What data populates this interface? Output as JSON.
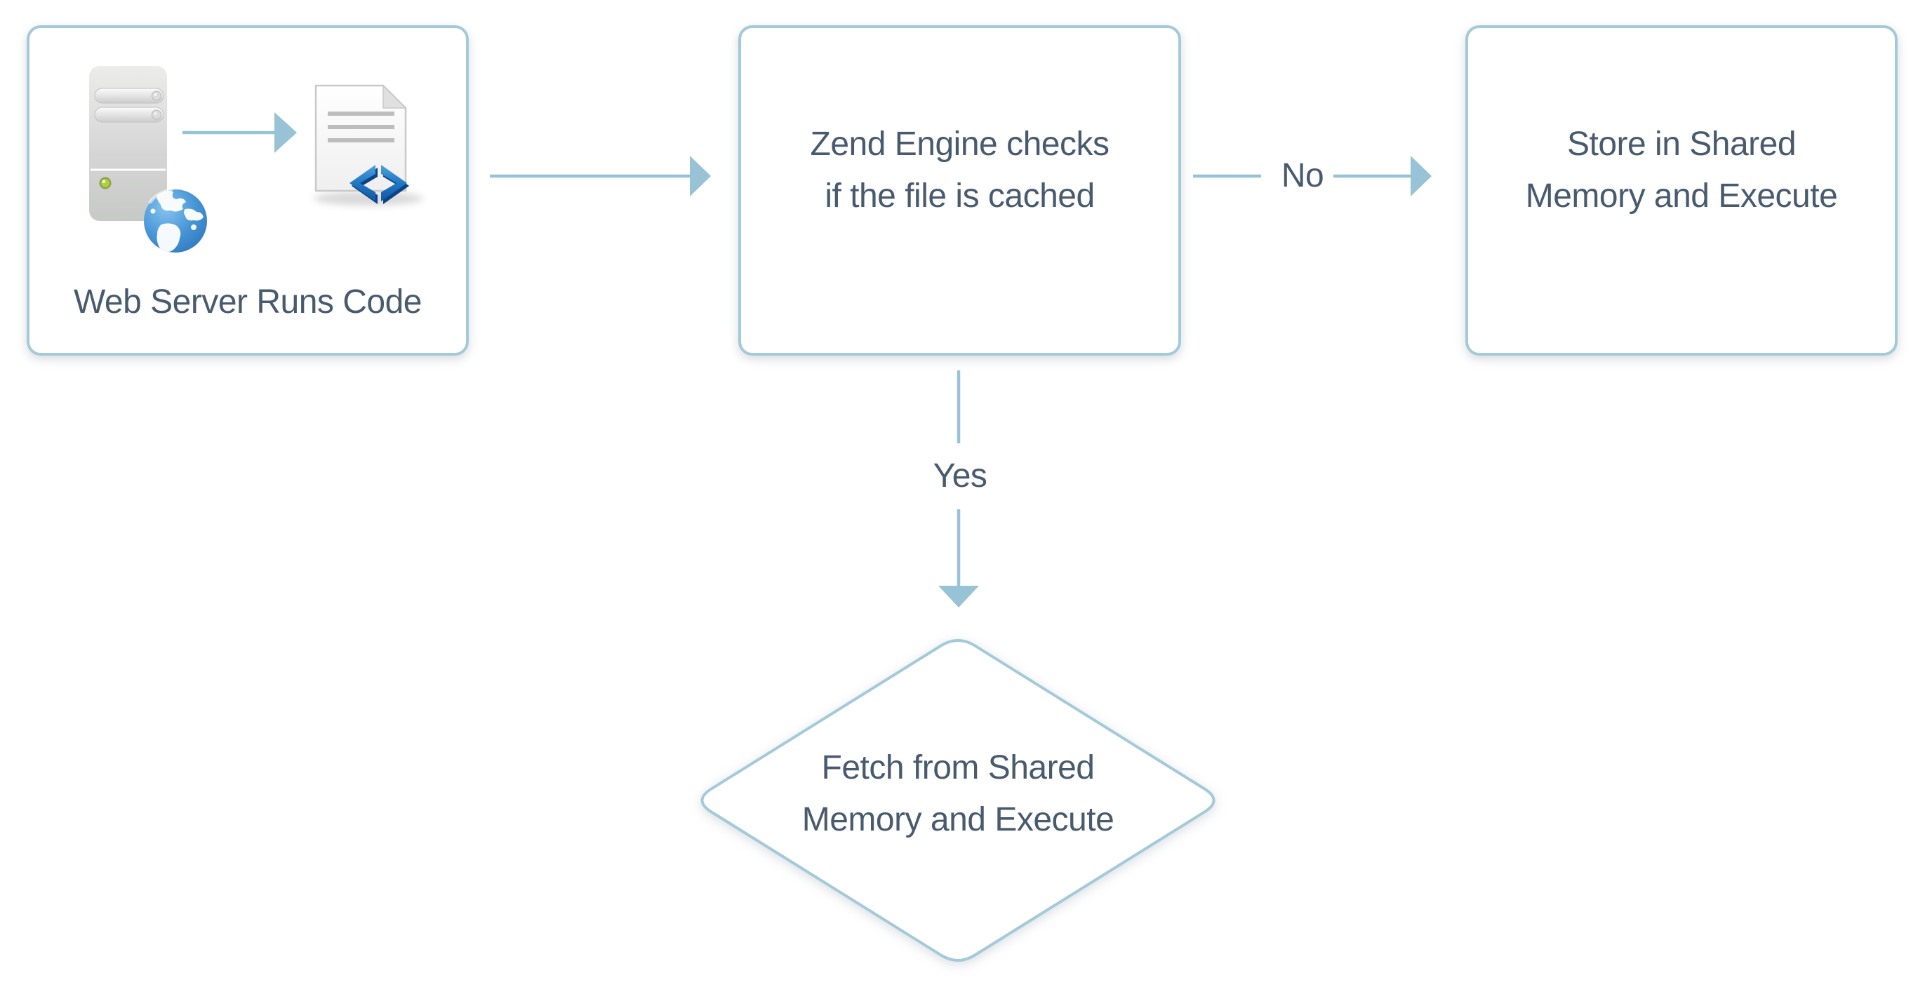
{
  "flowchart": {
    "nodes": [
      {
        "id": "web-server",
        "shape": "rounded-box",
        "label": "Web Server Runs Code"
      },
      {
        "id": "zend-engine-check",
        "shape": "rounded-box",
        "lines": [
          "Zend Engine checks",
          "if the file is cached"
        ]
      },
      {
        "id": "store-shared-memory",
        "shape": "rounded-box",
        "lines": [
          "Store in Shared",
          "Memory and Execute"
        ]
      },
      {
        "id": "fetch-shared-memory",
        "shape": "diamond",
        "lines": [
          "Fetch from Shared",
          "Memory and Execute"
        ]
      }
    ],
    "edges": [
      {
        "from": "web-server",
        "to": "zend-engine-check",
        "label": ""
      },
      {
        "from": "zend-engine-check",
        "to": "store-shared-memory",
        "label": "No"
      },
      {
        "from": "zend-engine-check",
        "to": "fetch-shared-memory",
        "label": "Yes"
      }
    ],
    "web_server_icons": [
      "server-tower-icon",
      "globe-icon",
      "arrow-right-icon",
      "code-document-icon"
    ],
    "colors": {
      "background": "#ffffff",
      "node_border": "#a4cada",
      "connector": "#98c2d5",
      "text": "#485a6e",
      "server_gray": "#d5d6d5",
      "doc_line_gray": "#bdbdbd",
      "code_icon_blue": "#1b6ab3",
      "globe_blue": "#4795d6",
      "led_green": "#aed03a"
    }
  }
}
